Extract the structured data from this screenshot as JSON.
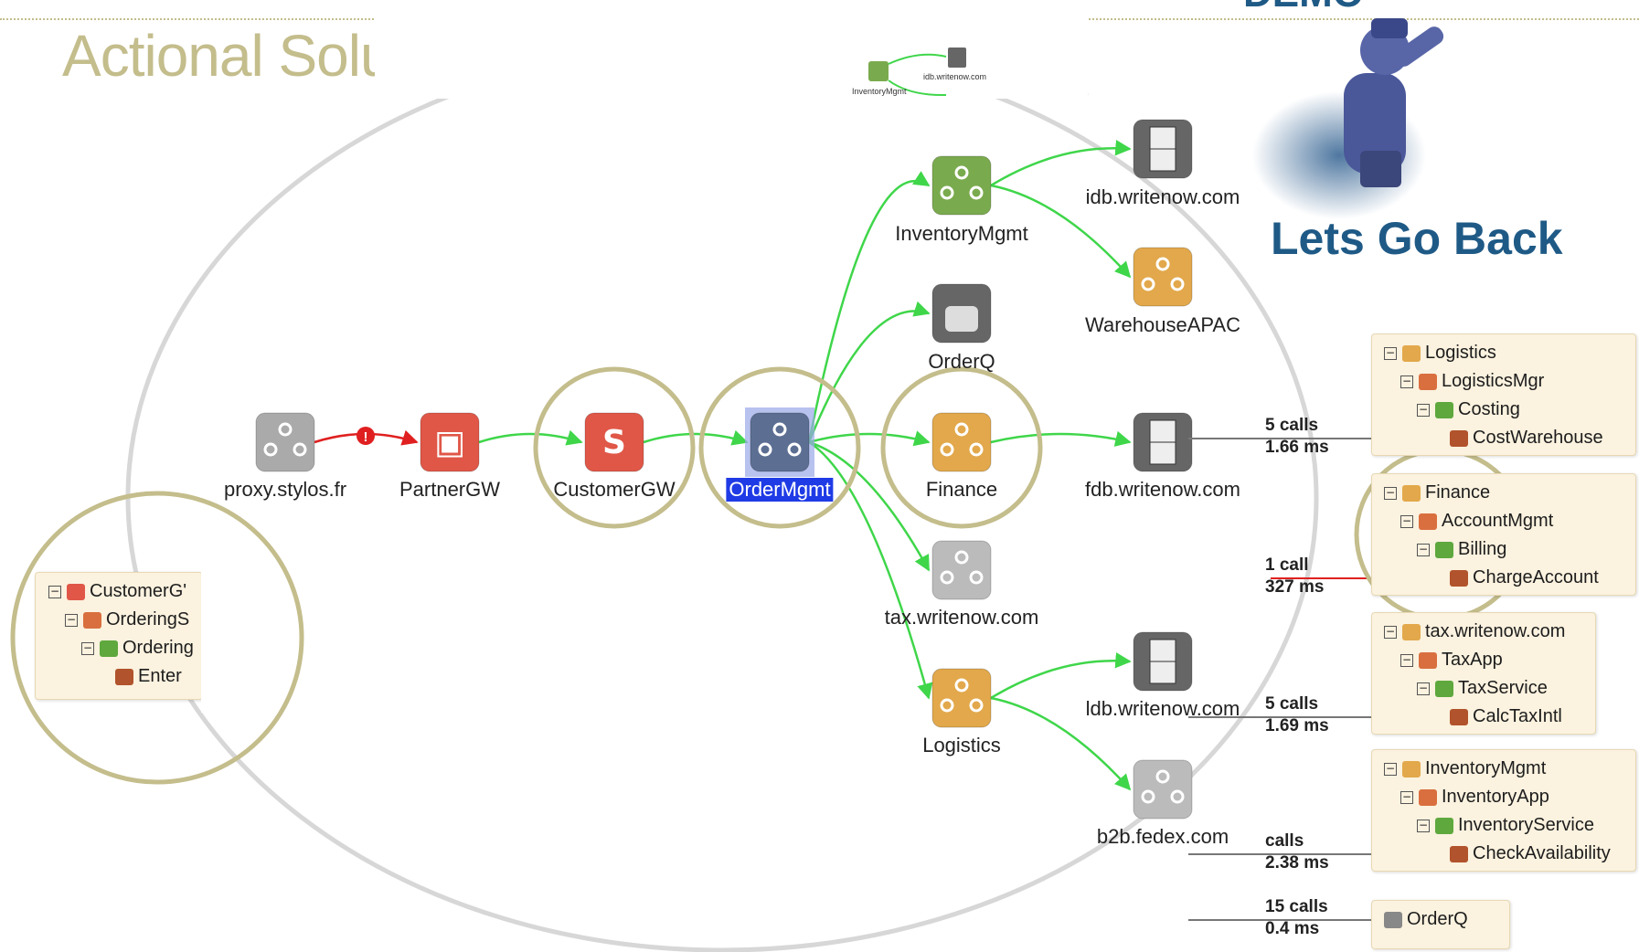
{
  "slide": {
    "title": "Actional Solution",
    "demo": "DEMO",
    "back_caption": "Lets Go Back"
  },
  "mini_map": {
    "labels": [
      "idb.writenow.com",
      "InventoryMgmt"
    ]
  },
  "nodes": [
    {
      "id": "proxy",
      "label": "proxy.stylos.fr",
      "kind": "service",
      "color": "#aaaaaa"
    },
    {
      "id": "partner",
      "label": "PartnerGW",
      "kind": "gateway",
      "color": "#e05747"
    },
    {
      "id": "customer",
      "label": "CustomerGW",
      "kind": "gateway",
      "color": "#e05747"
    },
    {
      "id": "order",
      "label": "OrderMgmt",
      "kind": "hub",
      "color": "#5c6f93",
      "selected": true
    },
    {
      "id": "inventory",
      "label": "InventoryMgmt",
      "kind": "hub",
      "color": "#7aaa4e"
    },
    {
      "id": "orderq",
      "label": "OrderQ",
      "kind": "queue",
      "color": "#666666"
    },
    {
      "id": "finance",
      "label": "Finance",
      "kind": "service",
      "color": "#e2a84b"
    },
    {
      "id": "tax",
      "label": "tax.writenow.com",
      "kind": "service",
      "color": "#bbbbbb"
    },
    {
      "id": "logistics",
      "label": "Logistics",
      "kind": "service",
      "color": "#e2a84b"
    },
    {
      "id": "idb",
      "label": "idb.writenow.com",
      "kind": "database",
      "color": "#666666"
    },
    {
      "id": "warehouse",
      "label": "WarehouseAPAC",
      "kind": "service",
      "color": "#e2a84b"
    },
    {
      "id": "fdb",
      "label": "fdb.writenow.com",
      "kind": "database",
      "color": "#666666"
    },
    {
      "id": "ldb",
      "label": "ldb.writenow.com",
      "kind": "database",
      "color": "#666666"
    },
    {
      "id": "fedex",
      "label": "b2b.fedex.com",
      "kind": "service",
      "color": "#bbbbbb"
    }
  ],
  "edges": [
    {
      "from": "proxy",
      "to": "partner",
      "status": "error"
    },
    {
      "from": "partner",
      "to": "customer",
      "status": "ok"
    },
    {
      "from": "customer",
      "to": "order",
      "status": "ok"
    },
    {
      "from": "order",
      "to": "inventory",
      "status": "ok"
    },
    {
      "from": "order",
      "to": "orderq",
      "status": "ok"
    },
    {
      "from": "order",
      "to": "finance",
      "status": "ok"
    },
    {
      "from": "order",
      "to": "tax",
      "status": "ok"
    },
    {
      "from": "order",
      "to": "logistics",
      "status": "ok"
    },
    {
      "from": "inventory",
      "to": "idb",
      "status": "ok"
    },
    {
      "from": "inventory",
      "to": "warehouse",
      "status": "ok"
    },
    {
      "from": "finance",
      "to": "fdb",
      "status": "ok"
    },
    {
      "from": "logistics",
      "to": "ldb",
      "status": "ok"
    },
    {
      "from": "logistics",
      "to": "fedex",
      "status": "ok"
    }
  ],
  "left_tree": {
    "rows": [
      "CustomerG'",
      "OrderingS",
      "Ordering",
      "Enter"
    ]
  },
  "right_trees": [
    {
      "rows": [
        "Logistics",
        "LogisticsMgr",
        "Costing",
        "CostWarehouse"
      ],
      "calls": "5 calls",
      "time": "1.66 ms",
      "edge_status": "ok"
    },
    {
      "rows": [
        "Finance",
        "AccountMgmt",
        "Billing",
        "ChargeAccount"
      ],
      "calls": "1 call",
      "time": "327 ms",
      "edge_status": "error"
    },
    {
      "rows": [
        "tax.writenow.com",
        "TaxApp",
        "TaxService",
        "CalcTaxIntl"
      ],
      "calls": "5 calls",
      "time": "1.69 ms",
      "edge_status": "ok"
    },
    {
      "rows": [
        "InventoryMgmt",
        "InventoryApp",
        "InventoryService",
        "CheckAvailability"
      ],
      "calls": "calls",
      "time": "2.38 ms",
      "edge_status": "ok"
    },
    {
      "rows": [
        "OrderQ"
      ],
      "calls": "15 calls",
      "time": "0.4 ms",
      "edge_status": "ok"
    }
  ]
}
